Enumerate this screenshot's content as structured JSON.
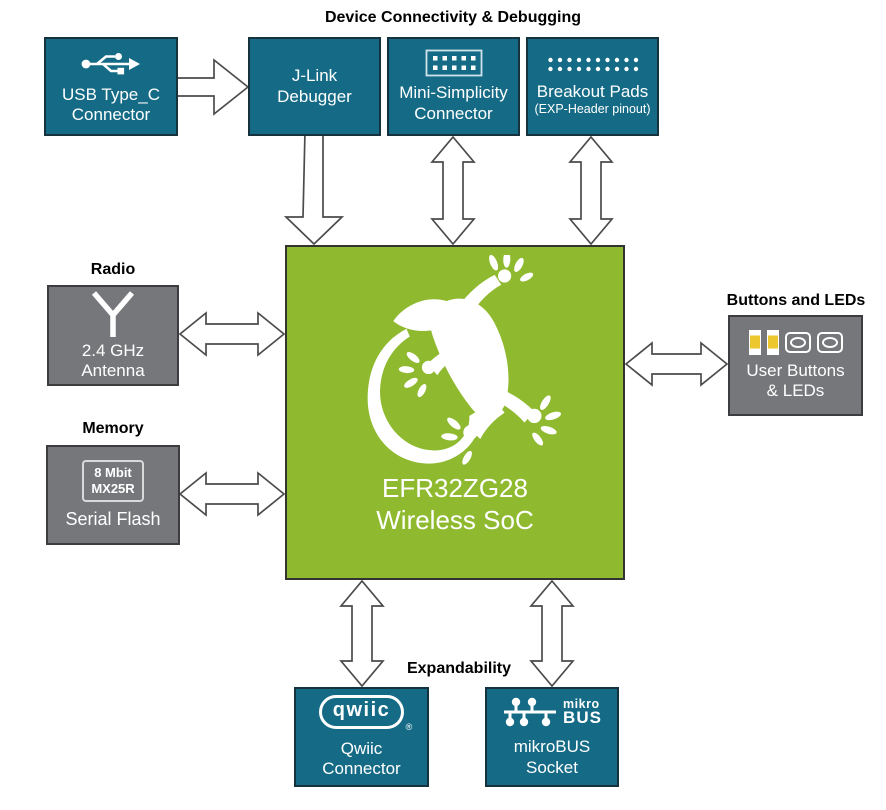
{
  "colors": {
    "teal": "#156B86",
    "green": "#8FBA30",
    "gray": "#76777A",
    "led_yellow": "#EDC72E",
    "arrow_stroke": "#4B4B4B",
    "box_text": "#FFFFFF",
    "title_color": "#000000"
  },
  "titles": {
    "connectivity": "Device Connectivity & Debugging",
    "radio": "Radio",
    "memory": "Memory",
    "buttons_leds": "Buttons and LEDs",
    "expandability": "Expandability"
  },
  "soc": {
    "line1": "EFR32ZG28",
    "line2": "Wireless SoC"
  },
  "boxes": {
    "usb": {
      "line1": "USB Type_C",
      "line2": "Connector"
    },
    "jlink": {
      "line1": "J-Link",
      "line2": "Debugger"
    },
    "mini_simplicity": {
      "line1": "Mini-Simplicity",
      "line2": "Connector"
    },
    "breakout": {
      "line1": "Breakout Pads",
      "line2": "(EXP-Header pinout)"
    },
    "antenna": {
      "line1": "2.4 GHz",
      "line2": "Antenna"
    },
    "serial_flash": {
      "chip_line1": "8 Mbit",
      "chip_line2": "MX25R",
      "label": "Serial Flash"
    },
    "user_buttons": {
      "line1": "User Buttons",
      "line2": "& LEDs"
    },
    "qwiic": {
      "logo_text": "qwiic",
      "reg_mark": "®",
      "line1": "Qwiic",
      "line2": "Connector"
    },
    "mikrobus": {
      "logo_line1": "mikro",
      "logo_line2": "BUS",
      "line1": "mikroBUS",
      "line2": "Socket"
    }
  },
  "icons": {
    "usb": "usb-trident-icon",
    "mini_simplicity": "pin-header-icon",
    "breakout": "pad-grid-icon",
    "antenna": "antenna-icon",
    "serial_flash": "flash-chip-icon",
    "user_buttons": [
      "led-icon",
      "led-icon",
      "push-button-icon",
      "push-button-icon"
    ],
    "soc": "gecko-icon",
    "qwiic": "qwiic-logo",
    "mikrobus": "mikrobus-logo"
  }
}
